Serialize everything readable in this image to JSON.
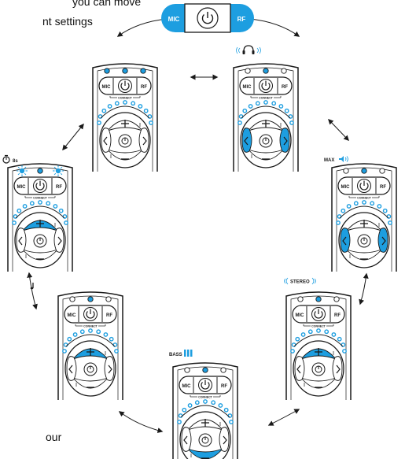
{
  "captions": {
    "top_line1": "you can move",
    "top_line2": "nt settings",
    "bottom_line1": "our",
    "bottom_line2": ""
  },
  "top_pill": {
    "left_label": "MIC",
    "right_label": "RF"
  },
  "remote": {
    "left_label": "MIC",
    "right_label": "RF",
    "connect_label": "CONNECT"
  },
  "labels": {
    "timer": "8s",
    "max": "MAX",
    "stereo": "STEREO",
    "bass": "BASS"
  },
  "colors": {
    "accent": "#1d9ee0",
    "outline": "#1a1a1a",
    "background": "#ffffff"
  },
  "icons": [
    "headphones-icon",
    "timer-icon",
    "volume-icon",
    "music-note-icon",
    "bass-bars-icon",
    "power-icon",
    "sun-icon"
  ]
}
